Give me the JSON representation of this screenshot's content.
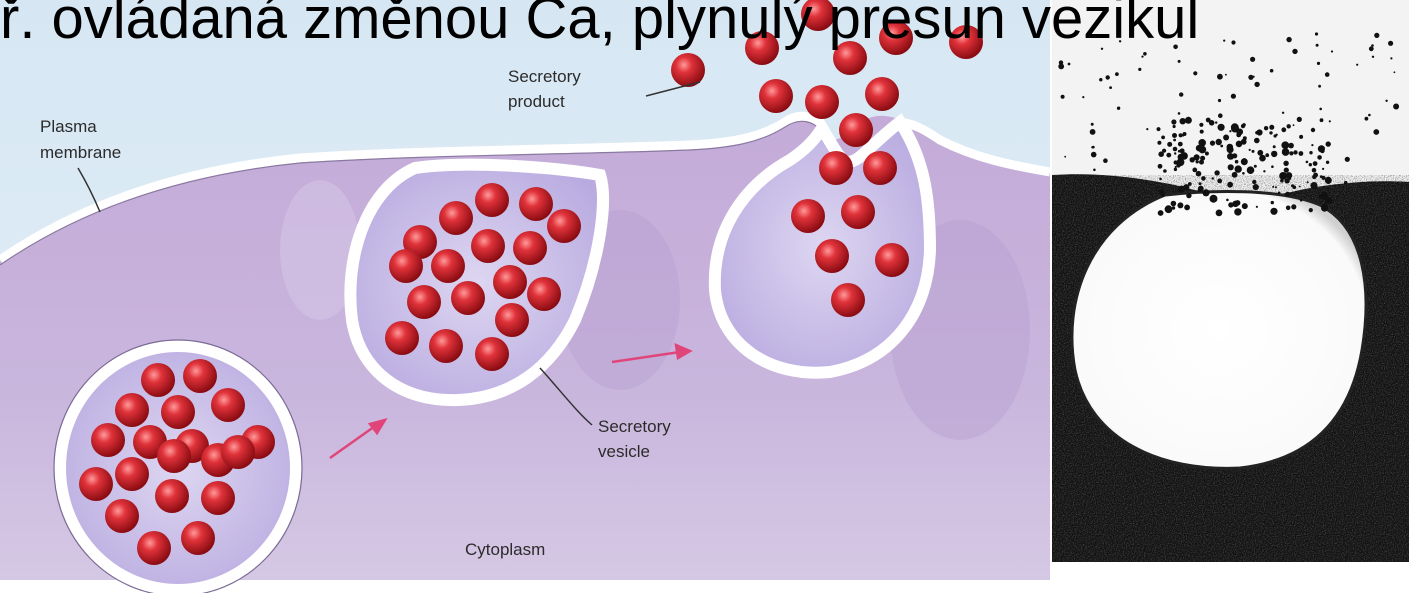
{
  "slide": {
    "title": "ř. ovládaná změnou Ca, plynulý presun vezikul"
  },
  "labels": {
    "plasma_membrane_line1": "Plasma",
    "plasma_membrane_line2": "membrane",
    "secretory_product_line1": "Secretory",
    "secretory_product_line2": "product",
    "secretory_vesicle_line1": "Secretory",
    "secretory_vesicle_line2": "vesicle",
    "cytoplasm": "Cytoplasm"
  },
  "colors": {
    "extracellular": "#d8e8f4",
    "cytoplasm": "#c7b4dc",
    "cytoplasm_dark": "#b49ccd",
    "vesicle_interior": "#d6d0ee",
    "membrane": "#ffffff",
    "granule": "#d8232a",
    "granule_highlight": "#ff8a8a",
    "arrow": "#e0457a",
    "micrograph_dark": "#111111",
    "micrograph_light": "#f4f4f4"
  }
}
